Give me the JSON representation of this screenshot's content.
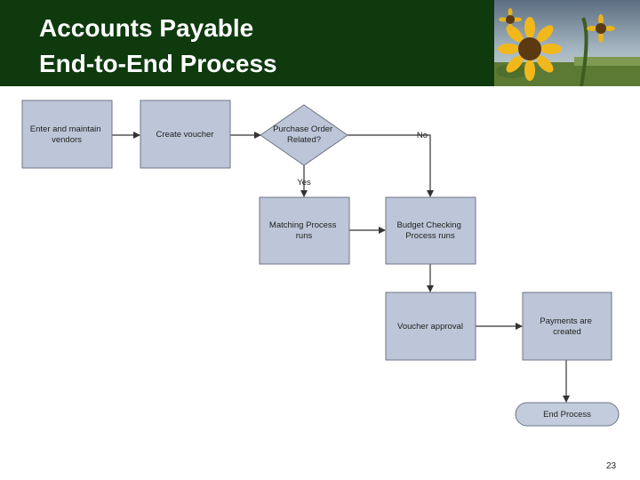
{
  "slide": {
    "title_line1": "Accounts Payable",
    "title_line2": "End-to-End Process",
    "page_number": "23"
  },
  "colors": {
    "header_bg": "#0e3a0e",
    "node_fill": "#bcc6d8",
    "node_stroke": "#6d7585",
    "arrow": "#333333",
    "end_fill": "#c3ccdc"
  },
  "diagram": {
    "nodes": {
      "enter_vendors": [
        "Enter and maintain",
        "vendors"
      ],
      "create_voucher": [
        "Create voucher"
      ],
      "po_decision": [
        "Purchase Order",
        "Related?"
      ],
      "matching": [
        "Matching Process",
        "runs"
      ],
      "budget": [
        "Budget Checking",
        "Process runs"
      ],
      "approval": [
        "Voucher approval"
      ],
      "payments": [
        "Payments are",
        "created"
      ],
      "end": [
        "End Process"
      ]
    },
    "edge_labels": {
      "yes": "Yes",
      "no": "No"
    }
  }
}
